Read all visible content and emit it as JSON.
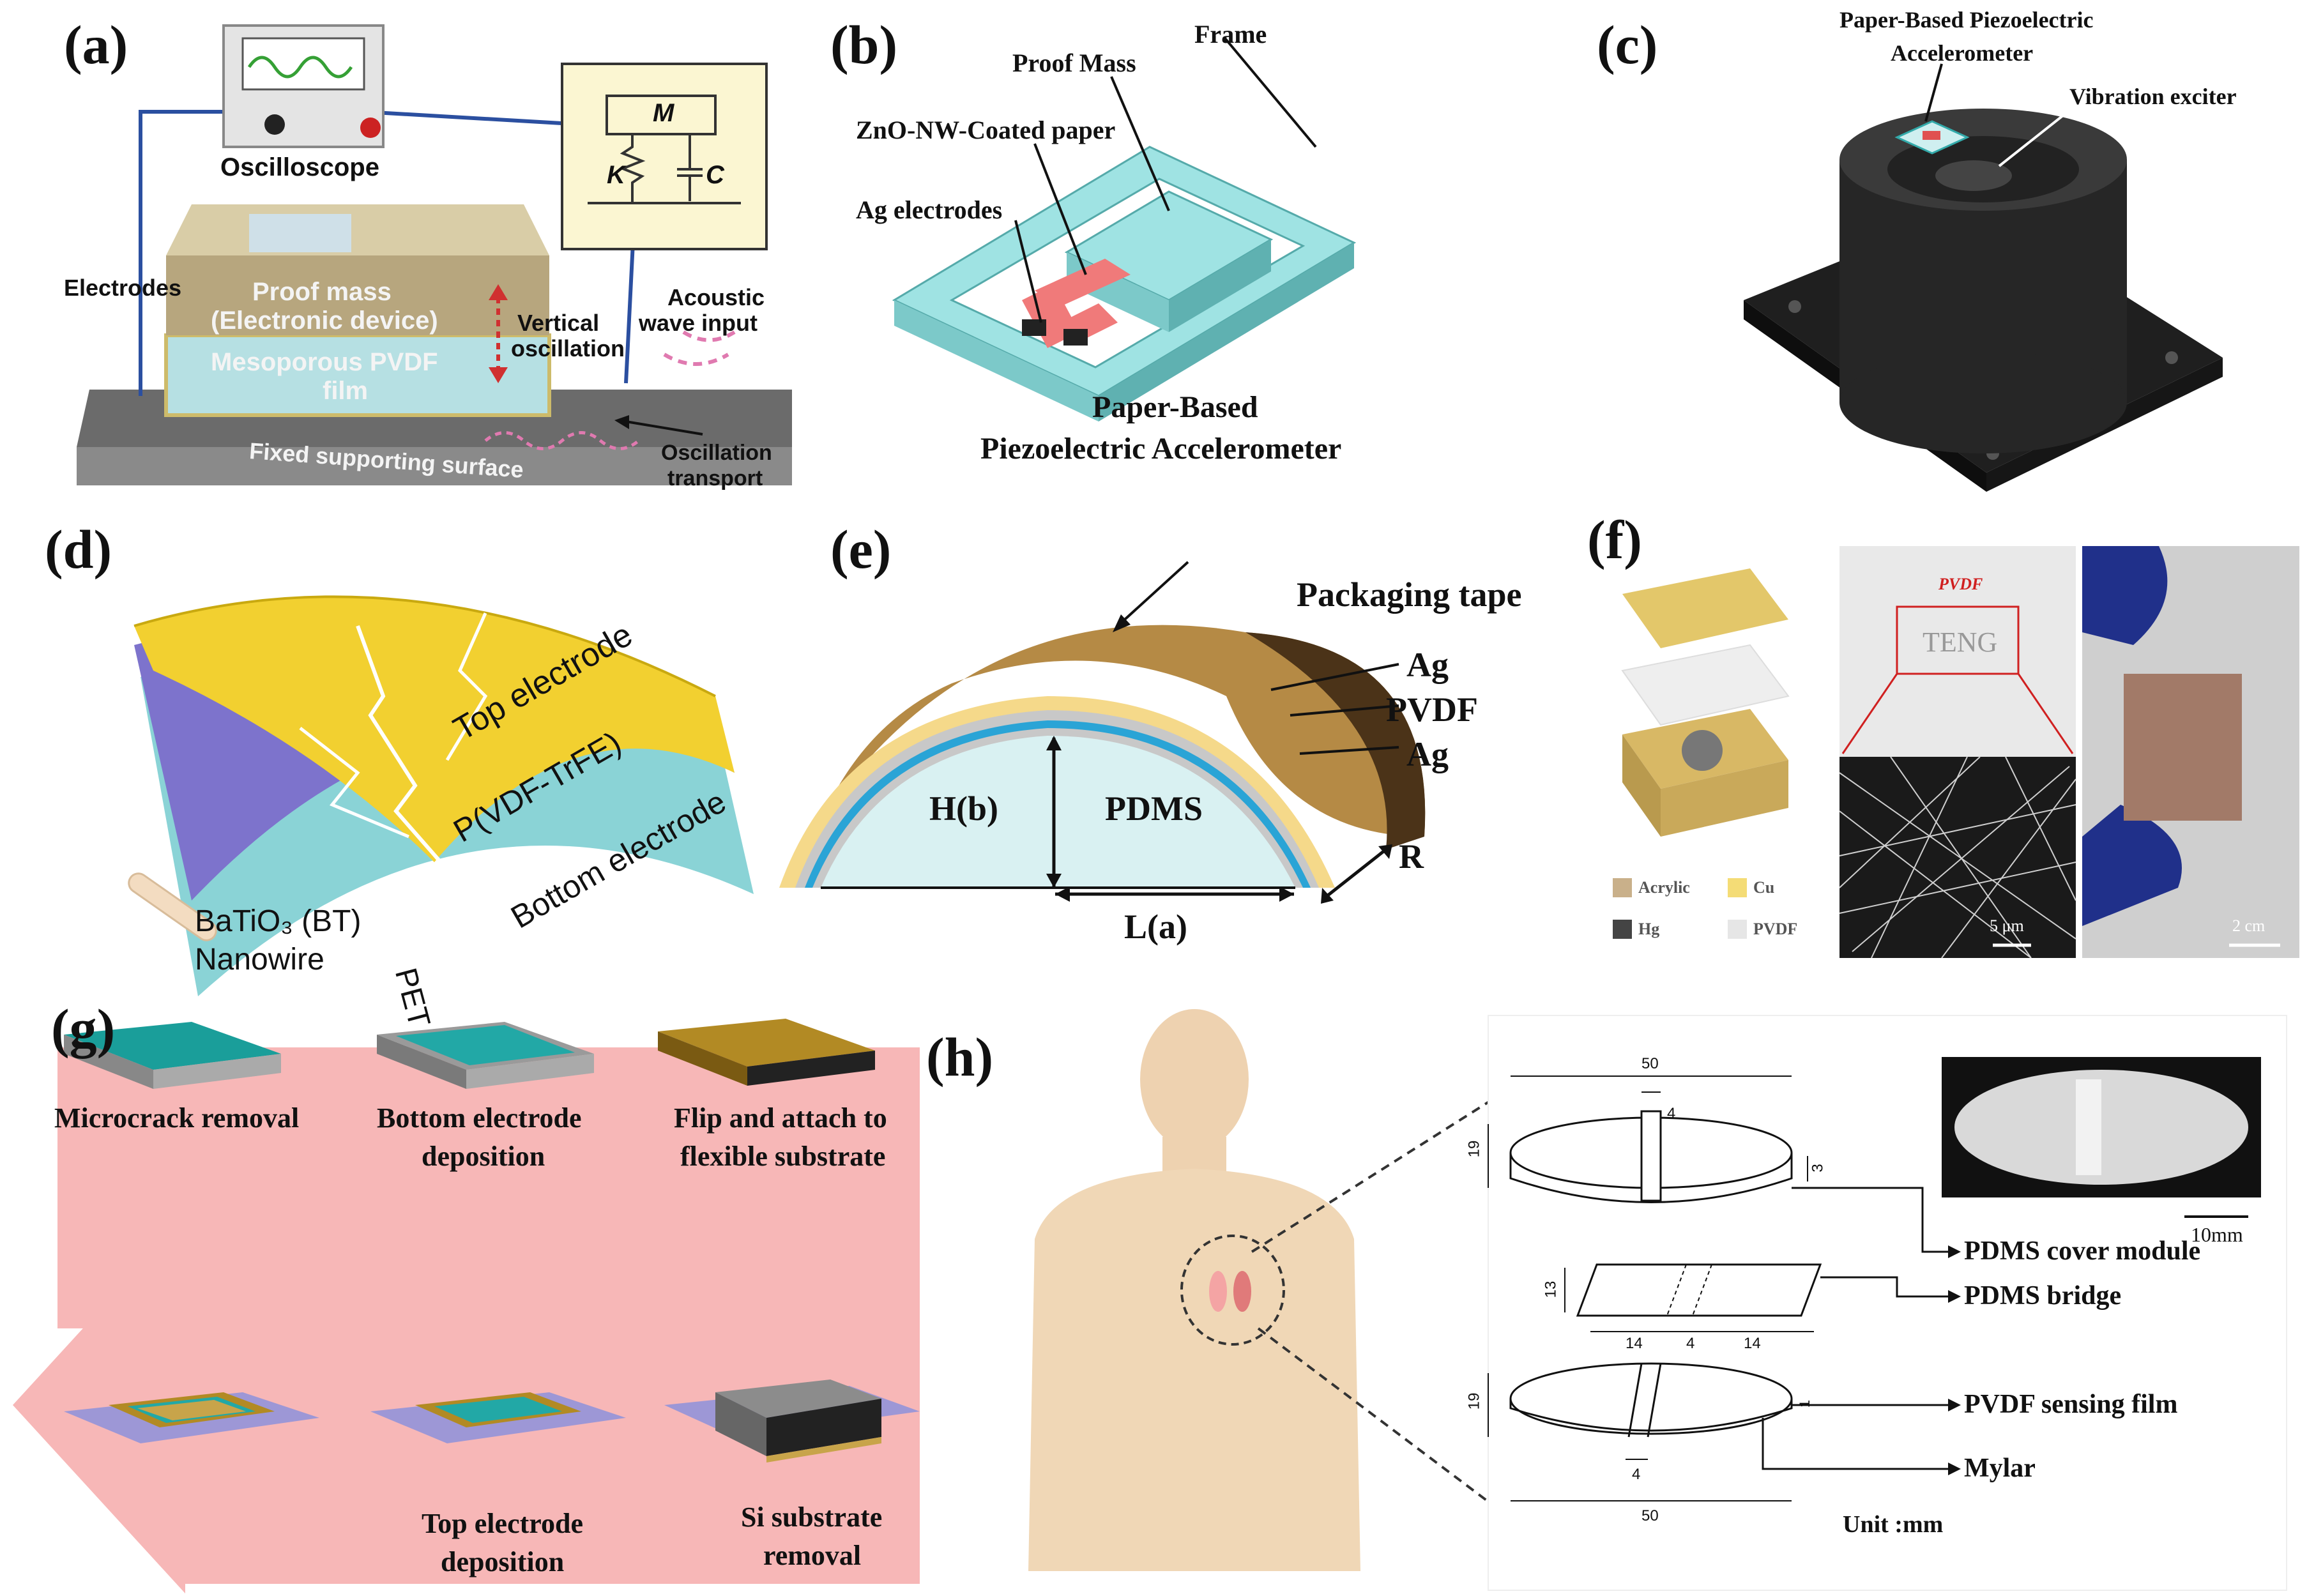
{
  "panels": {
    "a": {
      "label": "(a)",
      "oscilloscope": "Oscilloscope",
      "mass": "M",
      "spring": "K",
      "damper": "C",
      "electrodes": "Electrodes",
      "proof_mass_1": "Proof mass",
      "proof_mass_2": "(Electronic device)",
      "vertical_1": "Vertical",
      "vertical_2": "oscillation",
      "acoustic_1": "Acoustic",
      "acoustic_2": "wave input",
      "film_1": "Mesoporous PVDF",
      "film_2": "film",
      "surface": "Fixed supporting surface",
      "osc_transport_1": "Oscillation",
      "osc_transport_2": "transport"
    },
    "b": {
      "label": "(b)",
      "frame": "Frame",
      "proof_mass": "Proof Mass",
      "zno": "ZnO-NW-Coated paper",
      "ag": "Ag electrodes",
      "title_1": "Paper-Based",
      "title_2": "Piezoelectric Accelerometer"
    },
    "c": {
      "label": "(c)",
      "device_1": "Paper-Based Piezoelectric",
      "device_2": "Accelerometer",
      "exciter": "Vibration exciter"
    },
    "d": {
      "label": "(d)",
      "top": "Top electrode",
      "pvdf": "P(VDF-TrFE)",
      "bottom": "Bottom electrode",
      "pet": "PET",
      "bt_1": "BaTiO₃ (BT)",
      "bt_2": "Nanowire"
    },
    "e": {
      "label": "(e)",
      "tape": "Packaging tape",
      "ag1": "Ag",
      "pvdf": "PVDF",
      "ag2": "Ag",
      "h": "H(b)",
      "pdms": "PDMS",
      "l": "L(a)",
      "r": "R"
    },
    "f": {
      "label": "(f)",
      "pvdf": "PVDF",
      "teng": "TENG",
      "legend": [
        "Acrylic",
        "Cu",
        "Hg",
        "PVDF"
      ],
      "scale1": "5 μm",
      "scale2": "2 cm"
    },
    "g": {
      "label": "(g)",
      "step1": "Microcrack removal",
      "step2_1": "Bottom electrode",
      "step2_2": "deposition",
      "step3_1": "Flip and attach to",
      "step3_2": "flexible substrate",
      "step4_1": "Top electrode",
      "step4_2": "deposition",
      "step5_1": "Si substrate",
      "step5_2": "removal"
    },
    "h": {
      "label": "(h)",
      "dims": {
        "d50a": "50",
        "d4a": "4",
        "d19a": "19",
        "d3": "3",
        "d13": "13",
        "d14a": "14",
        "d4b": "4",
        "d14b": "14",
        "d19b": "19",
        "d1": "1",
        "d4c": "4",
        "d50b": "50"
      },
      "unit": "Unit :mm",
      "scale": "10mm",
      "cover": "PDMS cover module",
      "bridge": "PDMS bridge",
      "sensing": "PVDF sensing film",
      "mylar": "Mylar"
    }
  },
  "colors": {
    "cyan": "#8fe0e0",
    "teal": "#1a9e9a",
    "gold": "#c8a44a",
    "pink": "#f7b7b7",
    "purple": "#8e86d6",
    "yellow": "#f2d030",
    "pdms": "#d9f1f2"
  }
}
